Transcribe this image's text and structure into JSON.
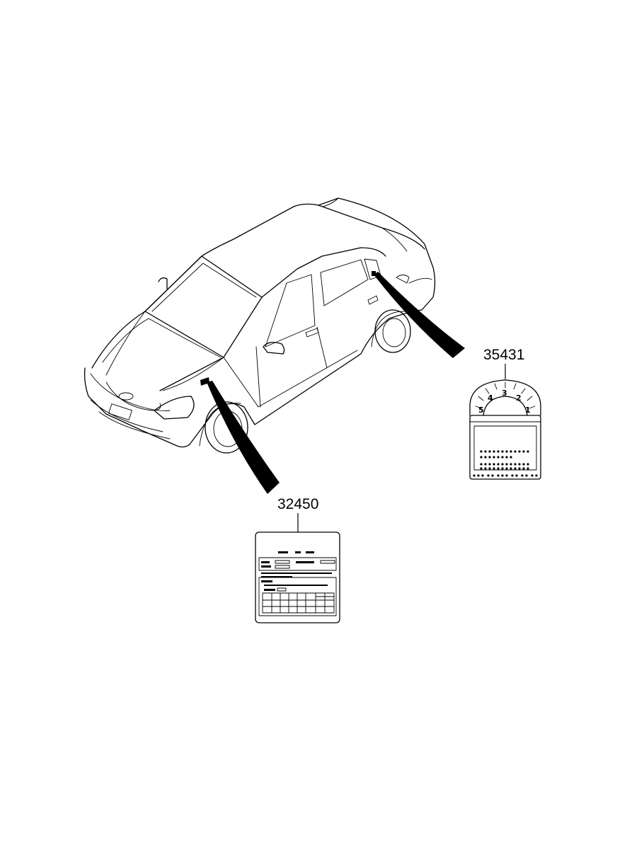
{
  "parts": [
    {
      "id": "fuel-door-label",
      "number": "35431"
    },
    {
      "id": "emission-label",
      "number": "32450"
    }
  ],
  "fuel_label": {
    "scale_digits": [
      "5",
      "4",
      "3",
      "2",
      "1"
    ]
  },
  "colors": {
    "line": "#000000",
    "background": "#ffffff"
  }
}
